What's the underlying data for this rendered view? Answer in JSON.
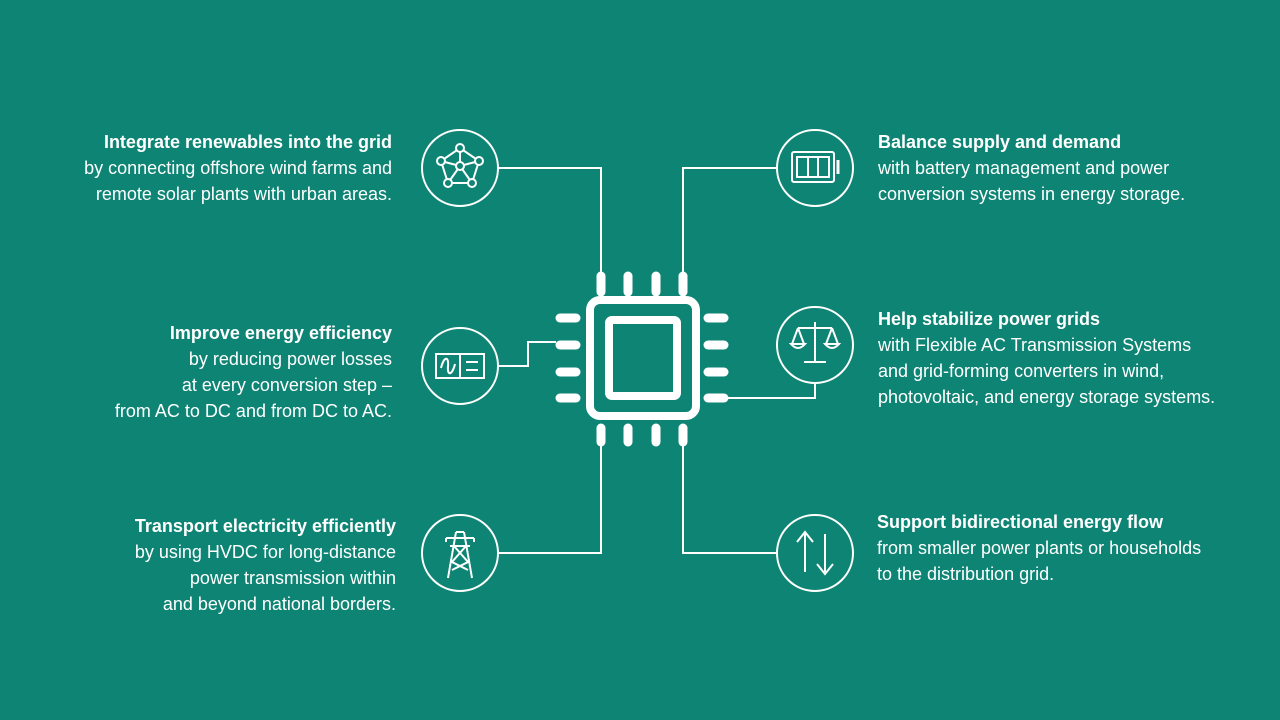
{
  "background_color": "#0e8474",
  "line_color": "#ffffff",
  "left": [
    {
      "title": "Integrate renewables into the grid",
      "body": "by connecting offshore wind farms and\nremote solar plants with urban areas.",
      "icon": "network-nodes-icon"
    },
    {
      "title": "Improve energy efficiency",
      "body": "by reducing power losses\nat every conversion step –\nfrom AC to DC and from DC to AC.",
      "icon": "ac-dc-converter-icon"
    },
    {
      "title": "Transport electricity efficiently",
      "body": "by using HVDC for long-distance\npower transmission within\nand beyond national borders.",
      "icon": "transmission-tower-icon"
    }
  ],
  "right": [
    {
      "title": "Balance supply and demand",
      "body": "with battery management and power\nconversion systems in energy storage.",
      "icon": "battery-icon"
    },
    {
      "title": "Help stabilize power grids",
      "body": "with Flexible AC Transmission Systems\nand grid-forming converters in wind,\nphotovoltaic, and energy storage systems.",
      "icon": "balance-scale-icon"
    },
    {
      "title": "Support bidirectional energy flow",
      "body": "from smaller power plants or households\nto the distribution grid.",
      "icon": "bidirectional-arrows-icon"
    }
  ],
  "center_icon": "microchip-icon"
}
